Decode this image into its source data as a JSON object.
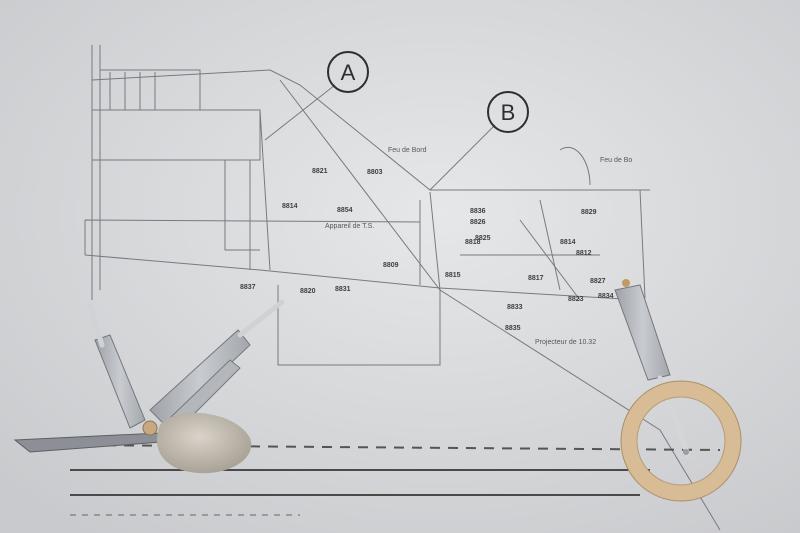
{
  "callouts": {
    "a": "A",
    "b": "B"
  },
  "notes": {
    "feu_left": "Feu de Bord",
    "feu_right": "Feu de Bo",
    "mid_note": "Appareil de T.S.",
    "projecteur": "Projecteur de 10.32"
  },
  "part_refs": [
    "8821",
    "8803",
    "8814",
    "8854",
    "8836",
    "8826",
    "8825",
    "8818",
    "8809",
    "8814",
    "8812",
    "8817",
    "8815",
    "8827",
    "8837",
    "8820",
    "8831",
    "8833",
    "8835",
    "8823",
    "8829",
    "8834"
  ],
  "colors": {
    "paper": "#dcdddf",
    "ink": "#6a6d72",
    "plastic": "#b9bcc0",
    "wheel": "#d8bc95",
    "rock": "#cdc7bd"
  }
}
